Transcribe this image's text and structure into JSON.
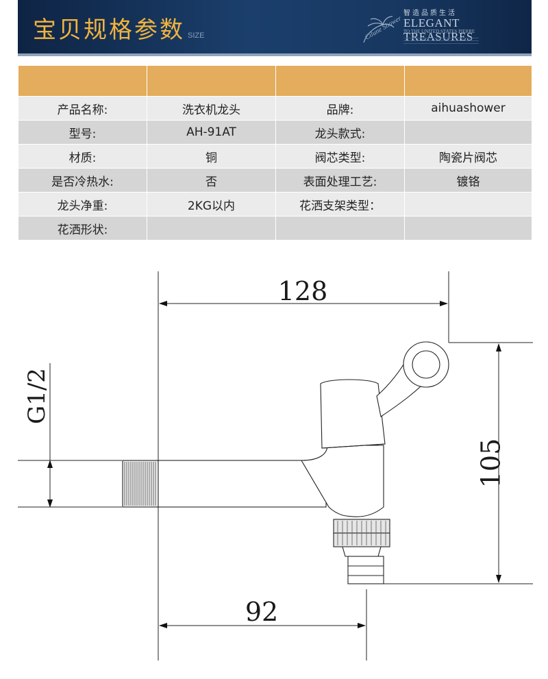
{
  "banner": {
    "title": "宝贝规格参数",
    "size_label": "SIZE",
    "tagline_cn": "智造品质生活",
    "tagline_en": "ELEGANT TREASURES",
    "tagline_sub": "TO THE UNITED STATES PIERRE",
    "logo_text": "Cilune Shower"
  },
  "spec_table": {
    "header": [
      "",
      "",
      "",
      ""
    ],
    "rows": [
      [
        "产品名称:",
        "洗衣机龙头",
        "品牌:",
        "aihuashower"
      ],
      [
        "型号:",
        "AH-91AT",
        "龙头款式:",
        ""
      ],
      [
        "材质:",
        "铜",
        "阀芯类型:",
        "陶瓷片阀芯"
      ],
      [
        "是否冷热水:",
        "否",
        "表面处理工艺:",
        "镀铬"
      ],
      [
        "龙头净重:",
        "2KG以内",
        "花洒支架类型：",
        ""
      ],
      [
        "花洒形状:",
        "",
        "",
        ""
      ]
    ]
  },
  "drawing": {
    "dim_top": "128",
    "dim_bottom": "92",
    "dim_right": "105",
    "dim_left": "G1/2"
  },
  "colors": {
    "banner_bg": "#1b3f6c",
    "title_gold": "#f2b33d",
    "table_header": "#e3ad5d",
    "row_light": "#ebebeb",
    "row_dark": "#d5d5d5"
  }
}
